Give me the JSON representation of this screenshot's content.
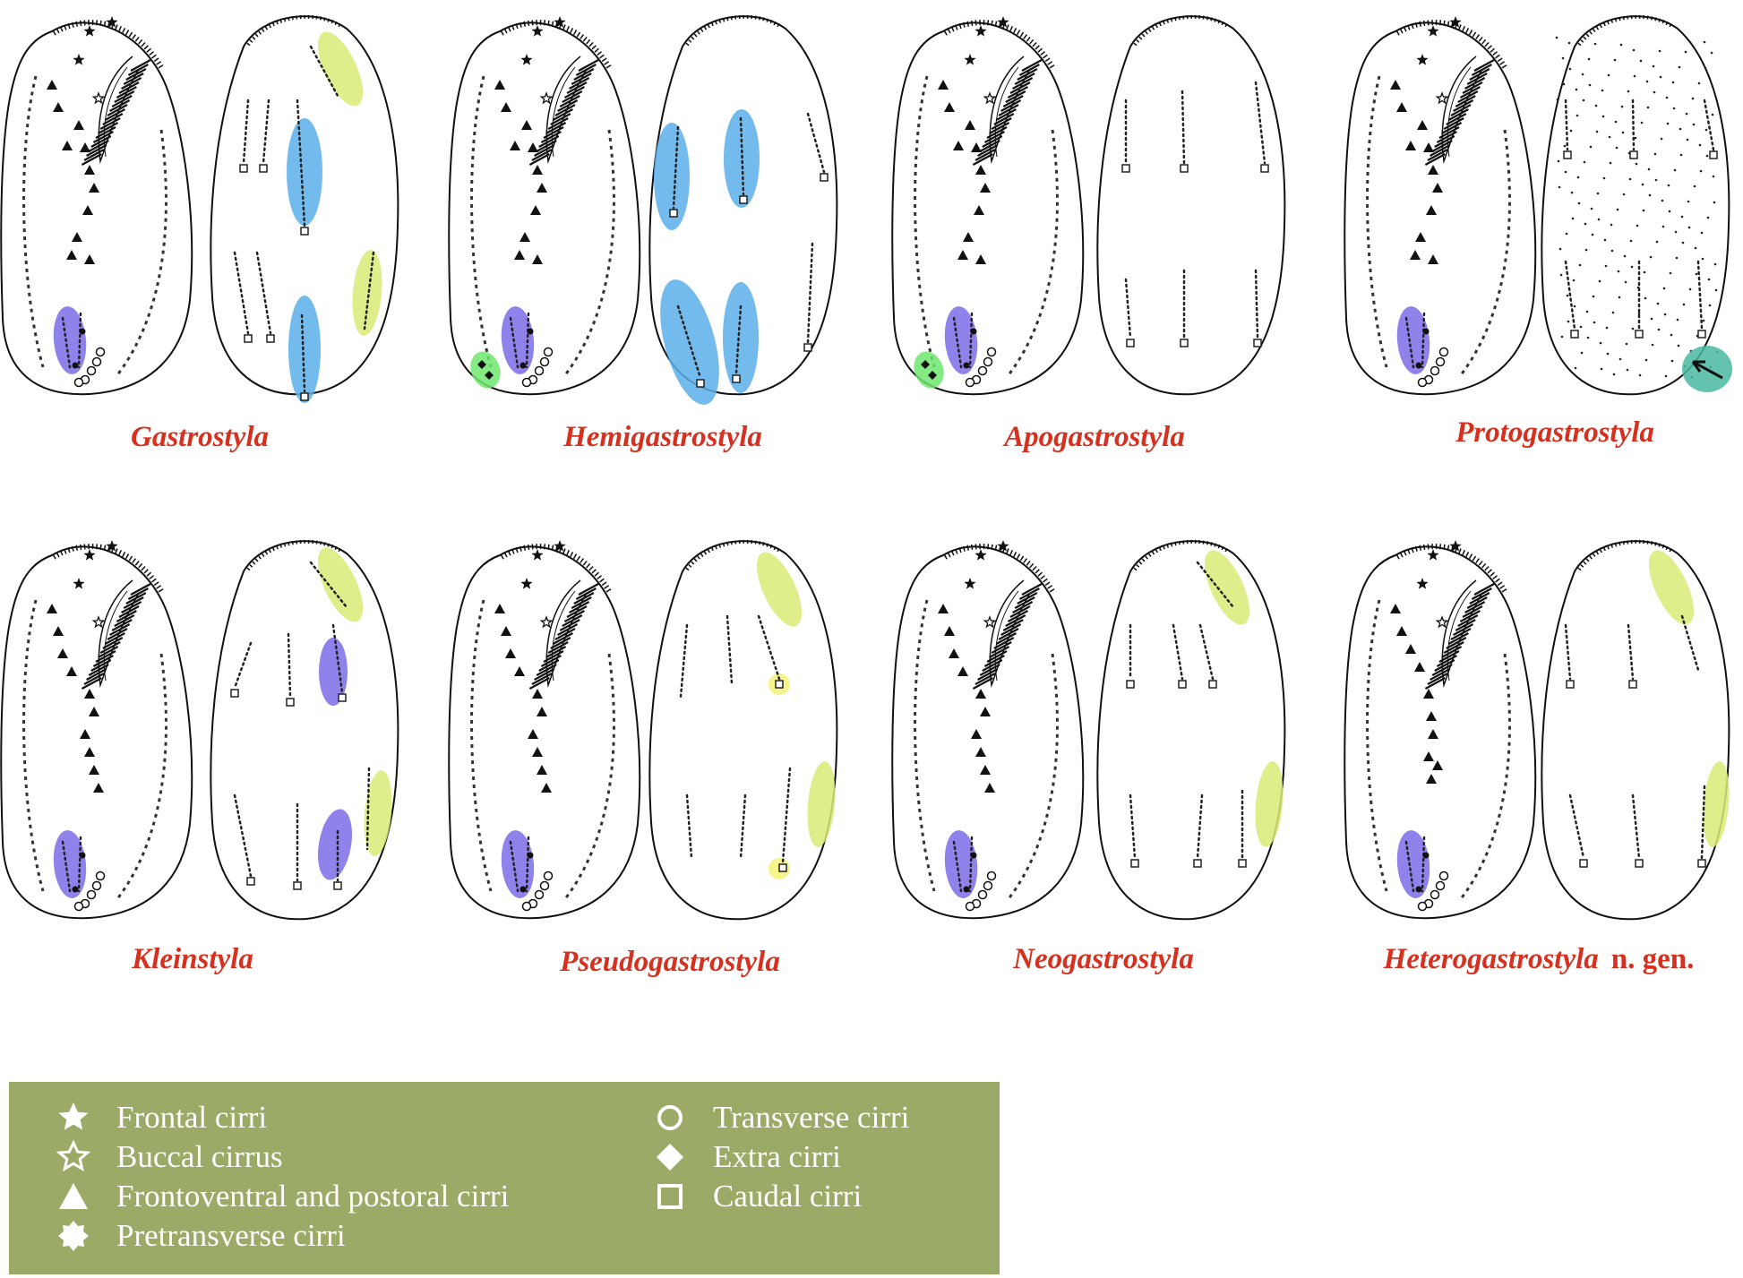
{
  "colors": {
    "label": "#d7301f",
    "legend_bg": "#9caa68",
    "legend_text": "#ffffff",
    "highlight_blue": "#5aaeea",
    "highlight_purple": "#7b6ce8",
    "highlight_yellow": "#d9ea77",
    "highlight_green": "#6ee66e",
    "highlight_teal": "#49b8a0",
    "highlight_light_yellow": "#f6f27a"
  },
  "genera": [
    {
      "name": "Gastrostyla",
      "suffix": ""
    },
    {
      "name": "Hemigastrostyla",
      "suffix": ""
    },
    {
      "name": "Apogastrostyla",
      "suffix": ""
    },
    {
      "name": "Protogastrostyla",
      "suffix": ""
    },
    {
      "name": "Kleinstyla",
      "suffix": ""
    },
    {
      "name": "Pseudogastrostyla",
      "suffix": ""
    },
    {
      "name": "Neogastrostyla",
      "suffix": ""
    },
    {
      "name": "Heterogastrostyla",
      "suffix": "n. gen."
    }
  ],
  "legend": {
    "items": [
      {
        "icon": "filled-star-icon",
        "label": "Frontal cirri"
      },
      {
        "icon": "outline-star-icon",
        "label": "Buccal cirrus"
      },
      {
        "icon": "filled-triangle-icon",
        "label": "Frontoventral and postoral cirri"
      },
      {
        "icon": "filled-burst-icon",
        "label": "Pretransverse cirri"
      },
      {
        "icon": "outline-circle-icon",
        "label": "Transverse cirri"
      },
      {
        "icon": "filled-diamond-icon",
        "label": "Extra cirri"
      },
      {
        "icon": "outline-square-icon",
        "label": "Caudal cirri"
      }
    ]
  }
}
